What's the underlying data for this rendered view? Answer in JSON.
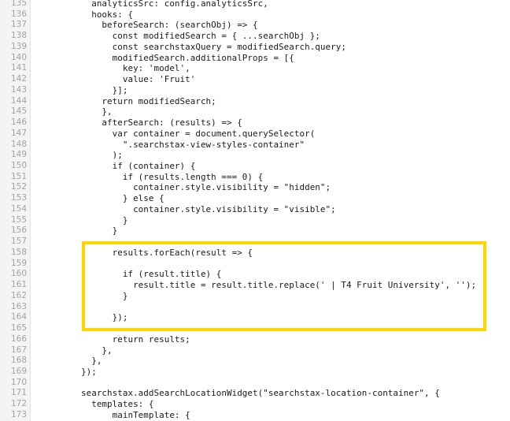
{
  "editor": {
    "highlight_color": "#ffd700",
    "lines": [
      {
        "num": "135",
        "text": "  analyticsSrc: config.analyticsSrc,"
      },
      {
        "num": "136",
        "text": "  hooks: {"
      },
      {
        "num": "137",
        "text": "    beforeSearch: (searchObj) => {"
      },
      {
        "num": "138",
        "text": "      const modifiedSearch = { ...searchObj };"
      },
      {
        "num": "139",
        "text": "      const searchstaxQuery = modifiedSearch.query;"
      },
      {
        "num": "140",
        "text": "      modifiedSearch.additionalProps = [{"
      },
      {
        "num": "141",
        "text": "        key: 'model',"
      },
      {
        "num": "142",
        "text": "        value: 'Fruit'"
      },
      {
        "num": "143",
        "text": "      }];"
      },
      {
        "num": "144",
        "text": "    return modifiedSearch;"
      },
      {
        "num": "145",
        "text": "    },"
      },
      {
        "num": "146",
        "text": "    afterSearch: (results) => {"
      },
      {
        "num": "147",
        "text": "      var container = document.querySelector("
      },
      {
        "num": "148",
        "text": "        \".searchstax-view-styles-container\""
      },
      {
        "num": "149",
        "text": "      );"
      },
      {
        "num": "150",
        "text": "      if (container) {"
      },
      {
        "num": "151",
        "text": "        if (results.length === 0) {"
      },
      {
        "num": "152",
        "text": "          container.style.visibility = \"hidden\";"
      },
      {
        "num": "153",
        "text": "        } else {"
      },
      {
        "num": "154",
        "text": "          container.style.visibility = \"visible\";"
      },
      {
        "num": "155",
        "text": "        }"
      },
      {
        "num": "156",
        "text": "      }"
      },
      {
        "num": "157",
        "text": ""
      },
      {
        "num": "158",
        "text": "      results.forEach(result => {"
      },
      {
        "num": "159",
        "text": ""
      },
      {
        "num": "160",
        "text": "        if (result.title) {"
      },
      {
        "num": "161",
        "text": "          result.title = result.title.replace(' | T4 Fruit University', '');"
      },
      {
        "num": "162",
        "text": "        }"
      },
      {
        "num": "163",
        "text": ""
      },
      {
        "num": "164",
        "text": "      });"
      },
      {
        "num": "165",
        "text": ""
      },
      {
        "num": "166",
        "text": "      return results;"
      },
      {
        "num": "167",
        "text": "    },"
      },
      {
        "num": "168",
        "text": "  },"
      },
      {
        "num": "169",
        "text": "});"
      },
      {
        "num": "170",
        "text": ""
      },
      {
        "num": "171",
        "text": "searchstax.addSearchLocationWidget(\"searchstax-location-container\", {"
      },
      {
        "num": "172",
        "text": "  templates: {"
      },
      {
        "num": "173",
        "text": "      mainTemplate: {"
      }
    ]
  }
}
